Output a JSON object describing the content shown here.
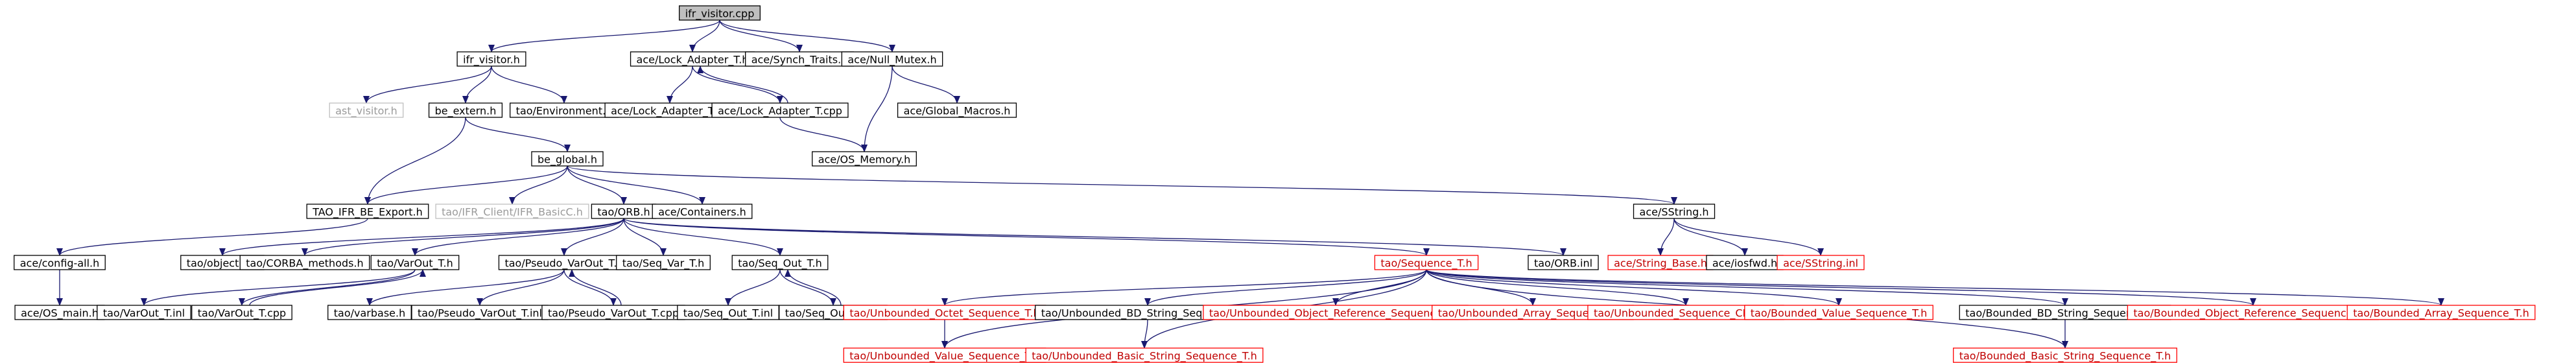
{
  "colors": {
    "edge": "#191970",
    "node_border": "#000000",
    "missing_border": "#bfbfbf",
    "missing_text": "#9a9a9a",
    "truncated_border": "#ff0000",
    "truncated_text": "#c00000",
    "root_fill": "#bfbfbf",
    "text": "#000000"
  },
  "nodes": [
    {
      "id": "ifr_visitor_cpp",
      "label": "ifr_visitor.cpp",
      "style": "root"
    },
    {
      "id": "ifr_visitor_h",
      "label": "ifr_visitor.h",
      "style": "normal"
    },
    {
      "id": "lock_adapter_t_h",
      "label": "ace/Lock_Adapter_T.h",
      "style": "normal"
    },
    {
      "id": "synch_traits_h",
      "label": "ace/Synch_Traits.h",
      "style": "normal"
    },
    {
      "id": "null_mutex_h",
      "label": "ace/Null_Mutex.h",
      "style": "normal"
    },
    {
      "id": "ast_visitor_h",
      "label": "ast_visitor.h",
      "style": "missing"
    },
    {
      "id": "be_extern_h",
      "label": "be_extern.h",
      "style": "normal"
    },
    {
      "id": "environment_h",
      "label": "tao/Environment.h",
      "style": "normal"
    },
    {
      "id": "lock_adapter_t_inl",
      "label": "ace/Lock_Adapter_T.inl",
      "style": "normal"
    },
    {
      "id": "lock_adapter_t_cpp",
      "label": "ace/Lock_Adapter_T.cpp",
      "style": "normal"
    },
    {
      "id": "global_macros_h",
      "label": "ace/Global_Macros.h",
      "style": "normal"
    },
    {
      "id": "os_memory_h",
      "label": "ace/OS_Memory.h",
      "style": "normal"
    },
    {
      "id": "be_global_h",
      "label": "be_global.h",
      "style": "normal"
    },
    {
      "id": "tao_ifr_be_export_h",
      "label": "TAO_IFR_BE_Export.h",
      "style": "normal"
    },
    {
      "id": "ifr_client_basicc_h",
      "label": "tao/IFR_Client/IFR_BasicC.h",
      "style": "missing"
    },
    {
      "id": "orb_h",
      "label": "tao/ORB.h",
      "style": "normal"
    },
    {
      "id": "containers_h",
      "label": "ace/Containers.h",
      "style": "normal"
    },
    {
      "id": "sstring_h",
      "label": "ace/SString.h",
      "style": "normal"
    },
    {
      "id": "config_all_h",
      "label": "ace/config-all.h",
      "style": "normal"
    },
    {
      "id": "objectid_h",
      "label": "tao/objectid.h",
      "style": "normal"
    },
    {
      "id": "corba_methods_h",
      "label": "tao/CORBA_methods.h",
      "style": "normal"
    },
    {
      "id": "varout_t_h",
      "label": "tao/VarOut_T.h",
      "style": "normal"
    },
    {
      "id": "pseudo_varout_t_h",
      "label": "tao/Pseudo_VarOut_T.h",
      "style": "normal"
    },
    {
      "id": "seq_var_t_h",
      "label": "tao/Seq_Var_T.h",
      "style": "normal"
    },
    {
      "id": "seq_out_t_h",
      "label": "tao/Seq_Out_T.h",
      "style": "normal"
    },
    {
      "id": "sequence_t_h",
      "label": "tao/Sequence_T.h",
      "style": "truncated"
    },
    {
      "id": "orb_inl",
      "label": "tao/ORB.inl",
      "style": "normal"
    },
    {
      "id": "string_base_h",
      "label": "ace/String_Base.h",
      "style": "truncated"
    },
    {
      "id": "iosfwd_h",
      "label": "ace/iosfwd.h",
      "style": "normal"
    },
    {
      "id": "sstring_inl",
      "label": "ace/SString.inl",
      "style": "truncated"
    },
    {
      "id": "os_main_h",
      "label": "ace/OS_main.h",
      "style": "normal"
    },
    {
      "id": "varout_t_inl",
      "label": "tao/VarOut_T.inl",
      "style": "normal"
    },
    {
      "id": "varout_t_cpp",
      "label": "tao/VarOut_T.cpp",
      "style": "normal"
    },
    {
      "id": "varbase_h",
      "label": "tao/varbase.h",
      "style": "normal"
    },
    {
      "id": "pseudo_varout_t_inl",
      "label": "tao/Pseudo_VarOut_T.inl",
      "style": "normal"
    },
    {
      "id": "pseudo_varout_t_cpp",
      "label": "tao/Pseudo_VarOut_T.cpp",
      "style": "normal"
    },
    {
      "id": "seq_out_t_inl",
      "label": "tao/Seq_Out_T.inl",
      "style": "normal"
    },
    {
      "id": "seq_out_t_cpp",
      "label": "tao/Seq_Out_T.cpp",
      "style": "normal"
    },
    {
      "id": "unbounded_octet_sequence_t_h",
      "label": "tao/Unbounded_Octet_Sequence_T.h",
      "style": "truncated"
    },
    {
      "id": "unbounded_bd_string_sequence_t_h",
      "label": "tao/Unbounded_BD_String_Sequence_T.h",
      "style": "normal"
    },
    {
      "id": "unbounded_object_reference_sequence_t_h",
      "label": "tao/Unbounded_Object_Reference_Sequence_T.h",
      "style": "truncated"
    },
    {
      "id": "unbounded_array_sequence_t_h",
      "label": "tao/Unbounded_Array_Sequence_T.h",
      "style": "truncated"
    },
    {
      "id": "unbounded_sequence_cdr_t_h",
      "label": "tao/Unbounded_Sequence_CDR_T.h",
      "style": "truncated"
    },
    {
      "id": "bounded_value_sequence_t_h",
      "label": "tao/Bounded_Value_Sequence_T.h",
      "style": "truncated"
    },
    {
      "id": "bounded_bd_string_sequence_t_h",
      "label": "tao/Bounded_BD_String_Sequence_T.h",
      "style": "normal"
    },
    {
      "id": "bounded_object_reference_sequence_t_h",
      "label": "tao/Bounded_Object_Reference_Sequence_T.h",
      "style": "truncated"
    },
    {
      "id": "bounded_array_sequence_t_h",
      "label": "tao/Bounded_Array_Sequence_T.h",
      "style": "truncated"
    },
    {
      "id": "unbounded_value_sequence_t_h",
      "label": "tao/Unbounded_Value_Sequence_T.h",
      "style": "truncated"
    },
    {
      "id": "unbounded_basic_string_sequence_t_h",
      "label": "tao/Unbounded_Basic_String_Sequence_T.h",
      "style": "truncated"
    },
    {
      "id": "bounded_basic_string_sequence_t_h",
      "label": "tao/Bounded_Basic_String_Sequence_T.h",
      "style": "truncated"
    }
  ],
  "edges": [
    [
      "ifr_visitor_cpp",
      "ifr_visitor_h"
    ],
    [
      "ifr_visitor_cpp",
      "lock_adapter_t_h"
    ],
    [
      "ifr_visitor_cpp",
      "synch_traits_h"
    ],
    [
      "ifr_visitor_cpp",
      "null_mutex_h"
    ],
    [
      "ifr_visitor_h",
      "ast_visitor_h"
    ],
    [
      "ifr_visitor_h",
      "be_extern_h"
    ],
    [
      "ifr_visitor_h",
      "environment_h"
    ],
    [
      "lock_adapter_t_h",
      "lock_adapter_t_inl"
    ],
    [
      "lock_adapter_t_h",
      "lock_adapter_t_cpp"
    ],
    [
      "lock_adapter_t_cpp",
      "lock_adapter_t_h"
    ],
    [
      "null_mutex_h",
      "global_macros_h"
    ],
    [
      "null_mutex_h",
      "os_memory_h"
    ],
    [
      "lock_adapter_t_cpp",
      "os_memory_h"
    ],
    [
      "be_extern_h",
      "be_global_h"
    ],
    [
      "be_extern_h",
      "tao_ifr_be_export_h"
    ],
    [
      "be_global_h",
      "tao_ifr_be_export_h"
    ],
    [
      "be_global_h",
      "ifr_client_basicc_h"
    ],
    [
      "be_global_h",
      "orb_h"
    ],
    [
      "be_global_h",
      "containers_h"
    ],
    [
      "be_global_h",
      "sstring_h"
    ],
    [
      "tao_ifr_be_export_h",
      "config_all_h"
    ],
    [
      "config_all_h",
      "os_main_h"
    ],
    [
      "orb_h",
      "objectid_h"
    ],
    [
      "orb_h",
      "corba_methods_h"
    ],
    [
      "orb_h",
      "varout_t_h"
    ],
    [
      "orb_h",
      "pseudo_varout_t_h"
    ],
    [
      "orb_h",
      "seq_var_t_h"
    ],
    [
      "orb_h",
      "seq_out_t_h"
    ],
    [
      "orb_h",
      "sequence_t_h"
    ],
    [
      "orb_h",
      "orb_inl"
    ],
    [
      "sstring_h",
      "string_base_h"
    ],
    [
      "sstring_h",
      "iosfwd_h"
    ],
    [
      "sstring_h",
      "sstring_inl"
    ],
    [
      "varout_t_h",
      "varout_t_inl"
    ],
    [
      "varout_t_h",
      "varout_t_cpp"
    ],
    [
      "varout_t_cpp",
      "varout_t_h"
    ],
    [
      "pseudo_varout_t_h",
      "varbase_h"
    ],
    [
      "pseudo_varout_t_h",
      "pseudo_varout_t_inl"
    ],
    [
      "pseudo_varout_t_h",
      "pseudo_varout_t_cpp"
    ],
    [
      "pseudo_varout_t_cpp",
      "pseudo_varout_t_h"
    ],
    [
      "seq_out_t_h",
      "seq_out_t_inl"
    ],
    [
      "seq_out_t_h",
      "seq_out_t_cpp"
    ],
    [
      "seq_out_t_cpp",
      "seq_out_t_h"
    ],
    [
      "sequence_t_h",
      "unbounded_octet_sequence_t_h"
    ],
    [
      "sequence_t_h",
      "unbounded_value_sequence_t_h"
    ],
    [
      "sequence_t_h",
      "unbounded_bd_string_sequence_t_h"
    ],
    [
      "sequence_t_h",
      "unbounded_object_reference_sequence_t_h"
    ],
    [
      "sequence_t_h",
      "unbounded_array_sequence_t_h"
    ],
    [
      "sequence_t_h",
      "unbounded_sequence_cdr_t_h"
    ],
    [
      "sequence_t_h",
      "bounded_value_sequence_t_h"
    ],
    [
      "sequence_t_h",
      "bounded_bd_string_sequence_t_h"
    ],
    [
      "sequence_t_h",
      "bounded_object_reference_sequence_t_h"
    ],
    [
      "sequence_t_h",
      "bounded_array_sequence_t_h"
    ],
    [
      "sequence_t_h",
      "bounded_basic_string_sequence_t_h"
    ],
    [
      "sequence_t_h",
      "unbounded_basic_string_sequence_t_h"
    ],
    [
      "unbounded_octet_sequence_t_h",
      "unbounded_value_sequence_t_h"
    ],
    [
      "unbounded_bd_string_sequence_t_h",
      "unbounded_basic_string_sequence_t_h"
    ],
    [
      "bounded_bd_string_sequence_t_h",
      "bounded_basic_string_sequence_t_h"
    ]
  ]
}
